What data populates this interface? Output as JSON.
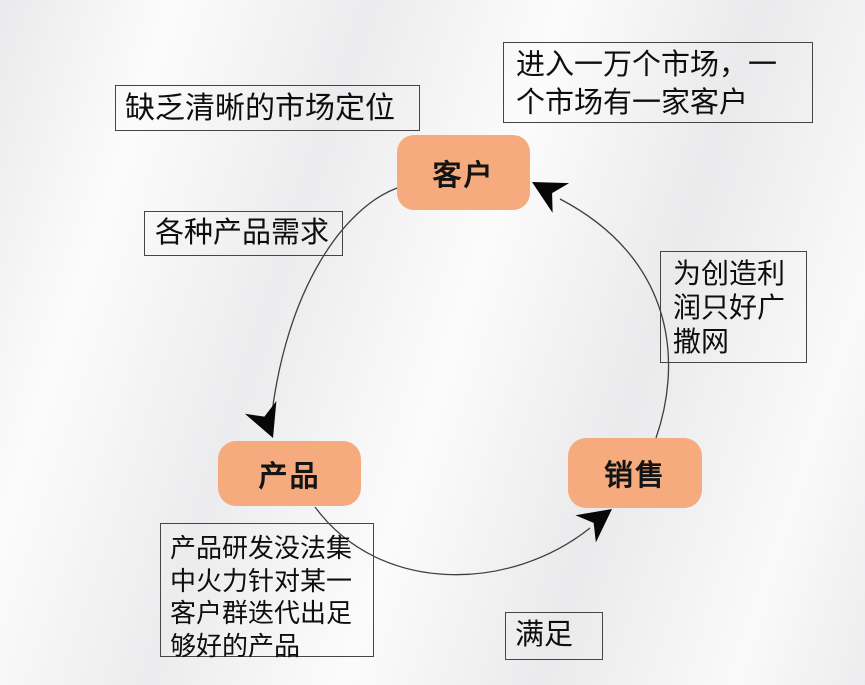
{
  "diagram": {
    "kind": "cycle",
    "edges": [
      {
        "from": "客户",
        "to": "产品"
      },
      {
        "from": "产品",
        "to": "销售"
      },
      {
        "from": "销售",
        "to": "客户"
      }
    ]
  },
  "nodes": [
    {
      "id": "customer",
      "label": "客户"
    },
    {
      "id": "product",
      "label": "产品"
    },
    {
      "id": "sales",
      "label": "销售"
    }
  ],
  "annotations": {
    "market_positioning": "缺乏清晰的市场定位",
    "enter_markets": "进入一万个市场，一\n个市场有一家客户",
    "product_demands": "各种产品需求",
    "cast_wide_net": "为创造利\n润只好广\n撒网",
    "rd_focus": "产品研发没法集\n中火力针对某一\n客户群迭代出足\n够好的产品",
    "satisfy": "满足"
  },
  "colors": {
    "node_fill": "#F5AB7E",
    "line": "#3f3f3f",
    "arrow": "#070707",
    "box_border": "#454545"
  }
}
